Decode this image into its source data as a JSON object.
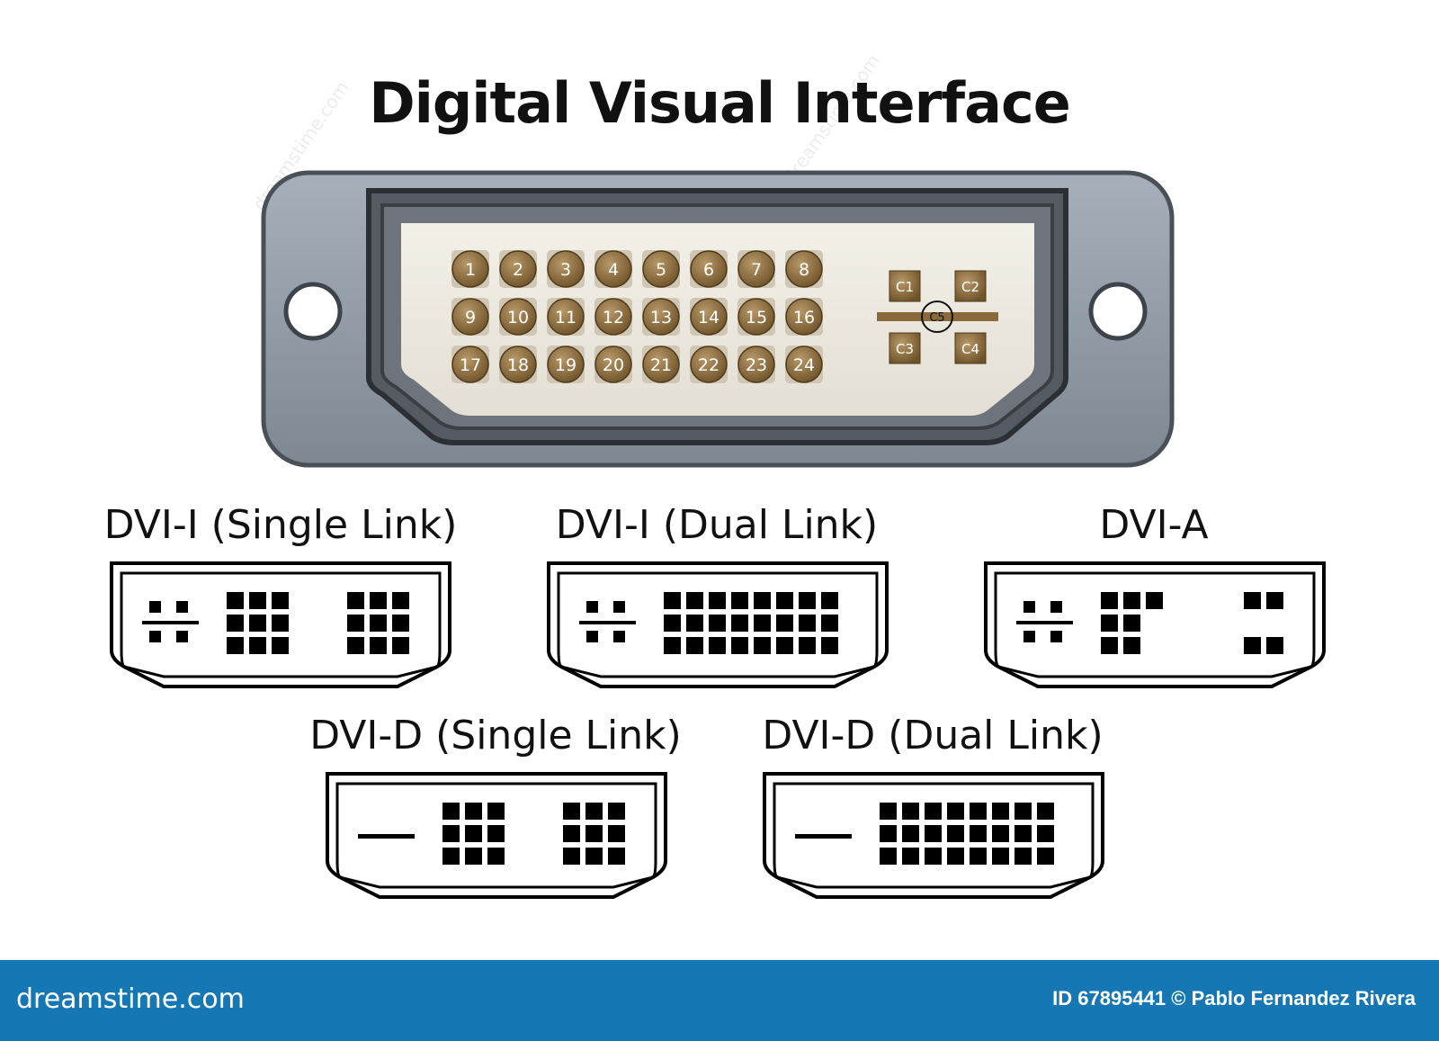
{
  "title": "Digital Visual Interface",
  "main_connector": {
    "pins": [
      "1",
      "2",
      "3",
      "4",
      "5",
      "6",
      "7",
      "8",
      "9",
      "10",
      "11",
      "12",
      "13",
      "14",
      "15",
      "16",
      "17",
      "18",
      "19",
      "20",
      "21",
      "22",
      "23",
      "24"
    ],
    "analog_pins": [
      "C1",
      "C2",
      "C3",
      "C4",
      "C5"
    ]
  },
  "variants": [
    {
      "label": "DVI-I (Single Link)",
      "type": "dvi-i-single"
    },
    {
      "label": "DVI-I (Dual Link)",
      "type": "dvi-i-dual"
    },
    {
      "label": "DVI-A",
      "type": "dvi-a"
    },
    {
      "label": "DVI-D (Single Link)",
      "type": "dvi-d-single"
    },
    {
      "label": "DVI-D (Dual Link)",
      "type": "dvi-d-dual"
    }
  ],
  "footer": {
    "brand": "dreamstime.com",
    "credit": "ID 67895441 © Pablo Fernandez Rivera"
  },
  "colors": {
    "footer": "#1677b5",
    "pin": "#8a6a3a",
    "plate": "#8e98a4",
    "insert": "#eeeae0"
  }
}
